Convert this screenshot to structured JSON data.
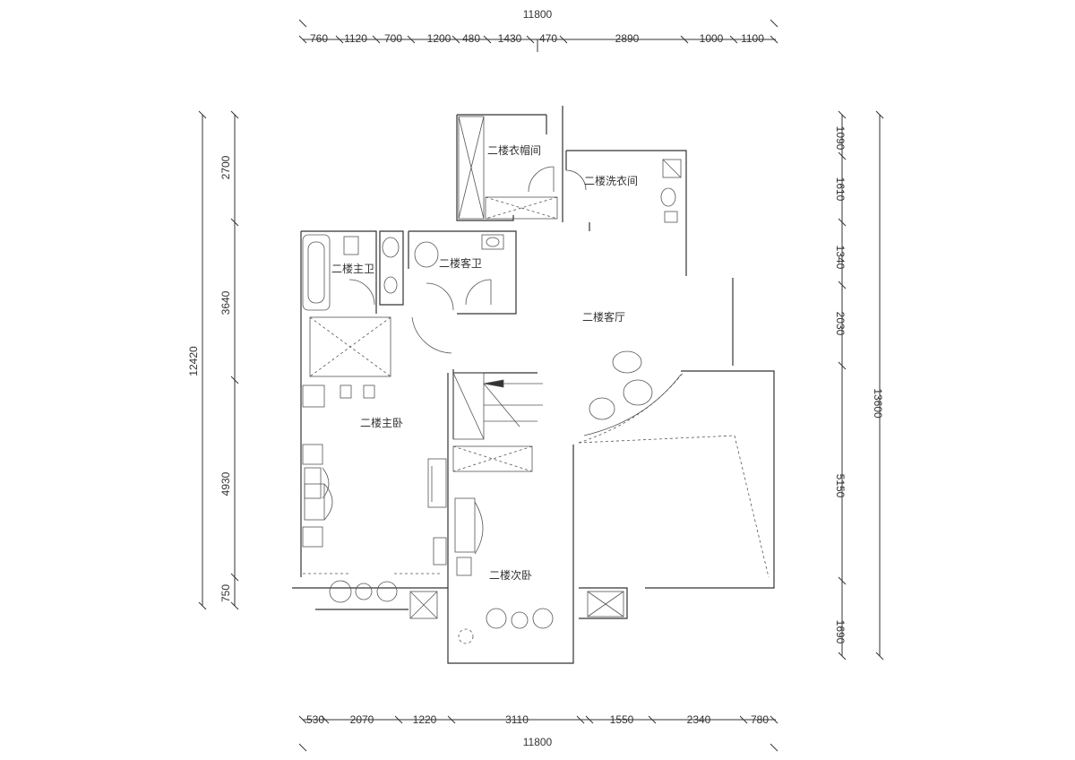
{
  "dimensions": {
    "top_total": "11800",
    "top_segments": [
      "760",
      "1120",
      "700",
      "1200",
      "480",
      "1430",
      "470",
      "2890",
      "1000",
      "1100"
    ],
    "bottom_total": "11800",
    "bottom_segments": [
      "530",
      "2070",
      "1220",
      "3110",
      "1550",
      "2340",
      "780"
    ],
    "left_total": "12420",
    "left_segments": [
      "2700",
      "3640",
      "4930",
      "750"
    ],
    "right_total": "13600",
    "right_segments": [
      "1090",
      "1610",
      "1340",
      "2030",
      "5150",
      "1690"
    ]
  },
  "rooms": {
    "closet": "二楼衣帽间",
    "laundry": "二楼洗衣间",
    "master_bath": "二楼主卫",
    "guest_bath": "二楼客卫",
    "living": "二楼客厅",
    "master_bedroom": "二楼主卧",
    "second_bedroom": "二楼次卧"
  }
}
